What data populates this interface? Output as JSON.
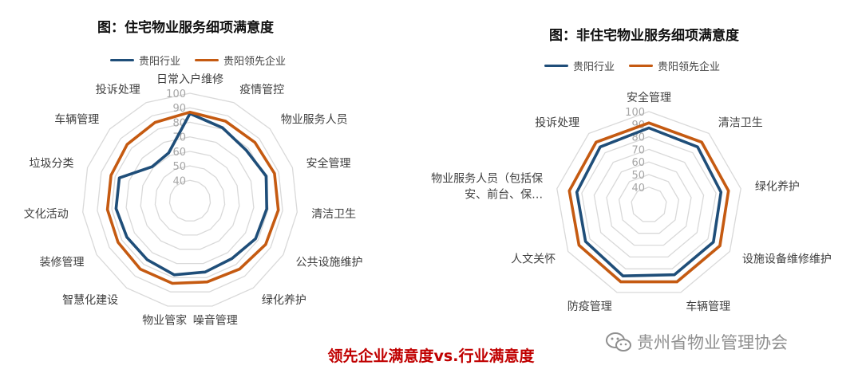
{
  "colors": {
    "industry": "#1f4e79",
    "leader": "#c55a11",
    "grid": "#d9d9d9",
    "tick": "#a6a6a6",
    "label": "#404040",
    "footer": "#c00000",
    "watermark": "#8f8f8f"
  },
  "footer": {
    "text": "领先企业满意度vs.行业满意度"
  },
  "watermark": {
    "text": "贵州省物业管理协会",
    "icon": "wechat-icon"
  },
  "chart_data": [
    {
      "type": "radar",
      "title": "图：住宅物业服务细项满意度",
      "categories": [
        "日常入户维修",
        "疫情管控",
        "物业服务人员",
        "安全管理",
        "清洁卫生",
        "公共设施维护",
        "绿化养护",
        "噪音管理",
        "物业管家",
        "智慧化建设",
        "装修管理",
        "文化活动",
        "垃圾分类",
        "车辆管理",
        "投诉处理"
      ],
      "axis": {
        "min": 40,
        "max": 100,
        "ticks": [
          40,
          50,
          60,
          70,
          80,
          90,
          100
        ]
      },
      "grid": true,
      "legend": "top",
      "series": [
        {
          "name": "贵阳行业",
          "values": [
            86,
            81,
            78,
            81,
            79,
            78,
            75,
            76,
            78,
            76,
            76,
            77,
            77,
            61,
            62
          ]
        },
        {
          "name": "贵阳领先企业",
          "values": [
            87,
            86,
            86,
            87,
            87,
            86,
            84,
            83,
            84,
            84,
            83,
            83,
            83,
            84,
            85
          ]
        }
      ]
    },
    {
      "type": "radar",
      "title": "图：非住宅物业服务细项满意度",
      "categories": [
        "安全管理",
        "清洁卫生",
        "绿化养护",
        "设施设备维修维护",
        "车辆管理",
        "防疫管理",
        "人文关怀",
        "物业服务人员（包括保安、前台、保…",
        "投诉处理"
      ],
      "axis": {
        "min": 40,
        "max": 100,
        "ticks": [
          40,
          50,
          60,
          70,
          80,
          90,
          100
        ]
      },
      "grid": true,
      "legend": "top",
      "series": [
        {
          "name": "贵阳行业",
          "values": [
            87,
            86,
            84,
            85,
            85,
            86,
            84,
            84,
            86
          ]
        },
        {
          "name": "贵阳领先企业",
          "values": [
            91,
            91,
            90,
            91,
            91,
            91,
            90,
            90,
            91
          ]
        }
      ]
    }
  ]
}
